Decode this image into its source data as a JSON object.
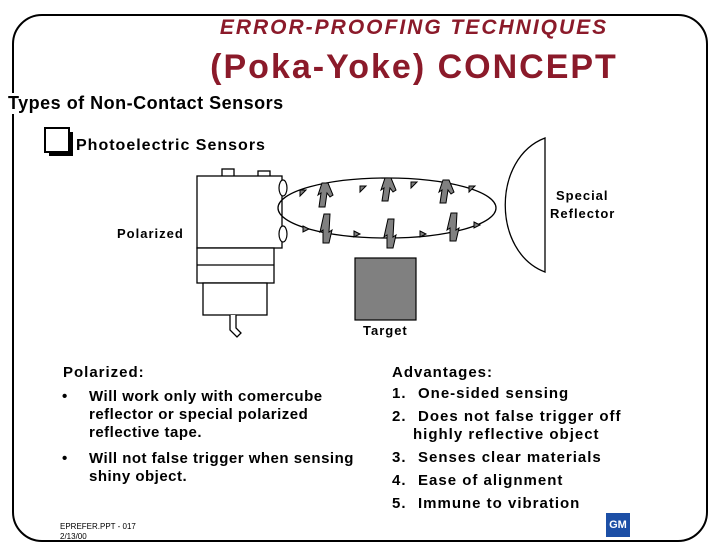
{
  "header": {
    "title_line1": "ERROR-PROOFING TECHNIQUES",
    "title_line2": "(Poka-Yoke) CONCEPT"
  },
  "section_title": "Types of Non-Contact Sensors",
  "subheading": "Photoelectric Sensors",
  "diagram": {
    "label_polarized": "Polarized",
    "label_reflector_line1": "Special",
    "label_reflector_line2": "Reflector",
    "label_target": "Target"
  },
  "polarized": {
    "heading": "Polarized:",
    "bullets": [
      "Will work only with comercube reflector or special polarized reflective tape.",
      "Will not false trigger when sensing shiny object."
    ]
  },
  "advantages": {
    "heading": "Advantages:",
    "items": [
      {
        "num": "1.",
        "text": "One-sided sensing",
        "cont": ""
      },
      {
        "num": "2.",
        "text": "Does not false trigger off",
        "cont": "highly reflective object"
      },
      {
        "num": "3.",
        "text": "Senses clear materials",
        "cont": ""
      },
      {
        "num": "4.",
        "text": "Ease of alignment",
        "cont": ""
      },
      {
        "num": "5.",
        "text": "Immune to vibration",
        "cont": ""
      }
    ]
  },
  "footer": {
    "line1": "EPREFER.PPT - 017",
    "line2": "2/13/00"
  },
  "logo": {
    "text": "GM",
    "color": "#1c4fa6"
  },
  "colors": {
    "title": "#8b1a2a",
    "target_fill": "#808080",
    "arrow_fill": "#808080"
  }
}
